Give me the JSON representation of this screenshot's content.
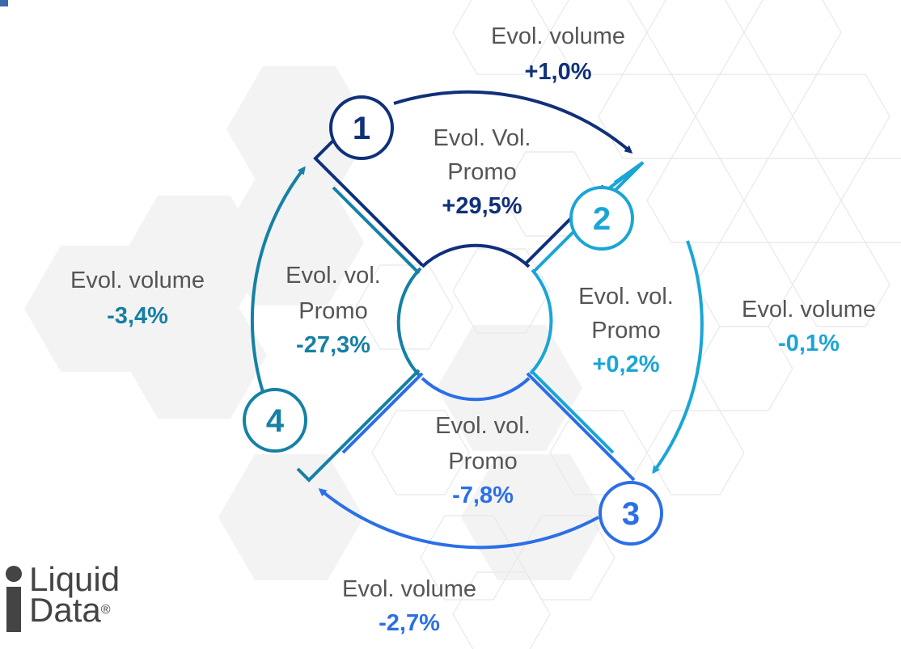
{
  "colors": {
    "step1": "#10307a",
    "step2": "#1aa5d6",
    "step3": "#2b6fe6",
    "step4": "#1680a5",
    "label_text": "#555555"
  },
  "steps": [
    {
      "number": "1",
      "inner_label_lines": [
        "Evol. Vol.",
        "Promo"
      ],
      "inner_value": "+29,5%",
      "outer_label": "Evol. volume",
      "outer_value": "+1,0%"
    },
    {
      "number": "2",
      "inner_label_lines": [
        "Evol. vol.",
        "Promo"
      ],
      "inner_value": "+0,2%",
      "outer_label": "Evol. volume",
      "outer_value": "-0,1%"
    },
    {
      "number": "3",
      "inner_label_lines": [
        "Evol. vol.",
        "Promo"
      ],
      "inner_value": "-7,8%",
      "outer_label": "Evol. volume",
      "outer_value": "-2,7%"
    },
    {
      "number": "4",
      "inner_label_lines": [
        "Evol. vol.",
        "Promo"
      ],
      "inner_value": "-27,3%",
      "outer_label": "Evol. volume",
      "outer_value": "-3,4%"
    }
  ],
  "logo": {
    "line1": "Liquid",
    "line2": "Data",
    "mark": "®"
  }
}
